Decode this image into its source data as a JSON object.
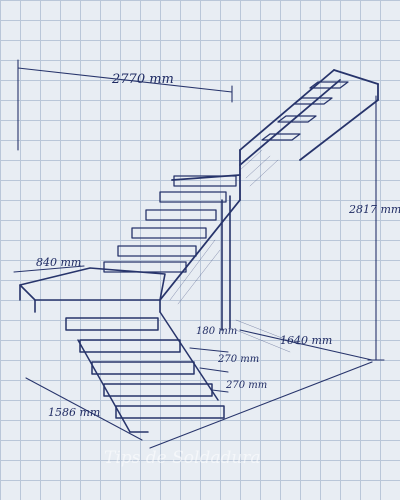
{
  "dimensions": {
    "top_length": "2770 mm",
    "height": "2817 mm",
    "landing_width": "840 mm",
    "riser": "180 mm",
    "lower_run": "1640 mm",
    "tread_1": "270 mm",
    "tread_2": "270 mm",
    "lower_width": "1586 mm"
  },
  "watermark": "Tips de Soldadura",
  "colors": {
    "ink": "#27346b",
    "paper": "#e8edf3",
    "grid": "#b9c6d8"
  }
}
